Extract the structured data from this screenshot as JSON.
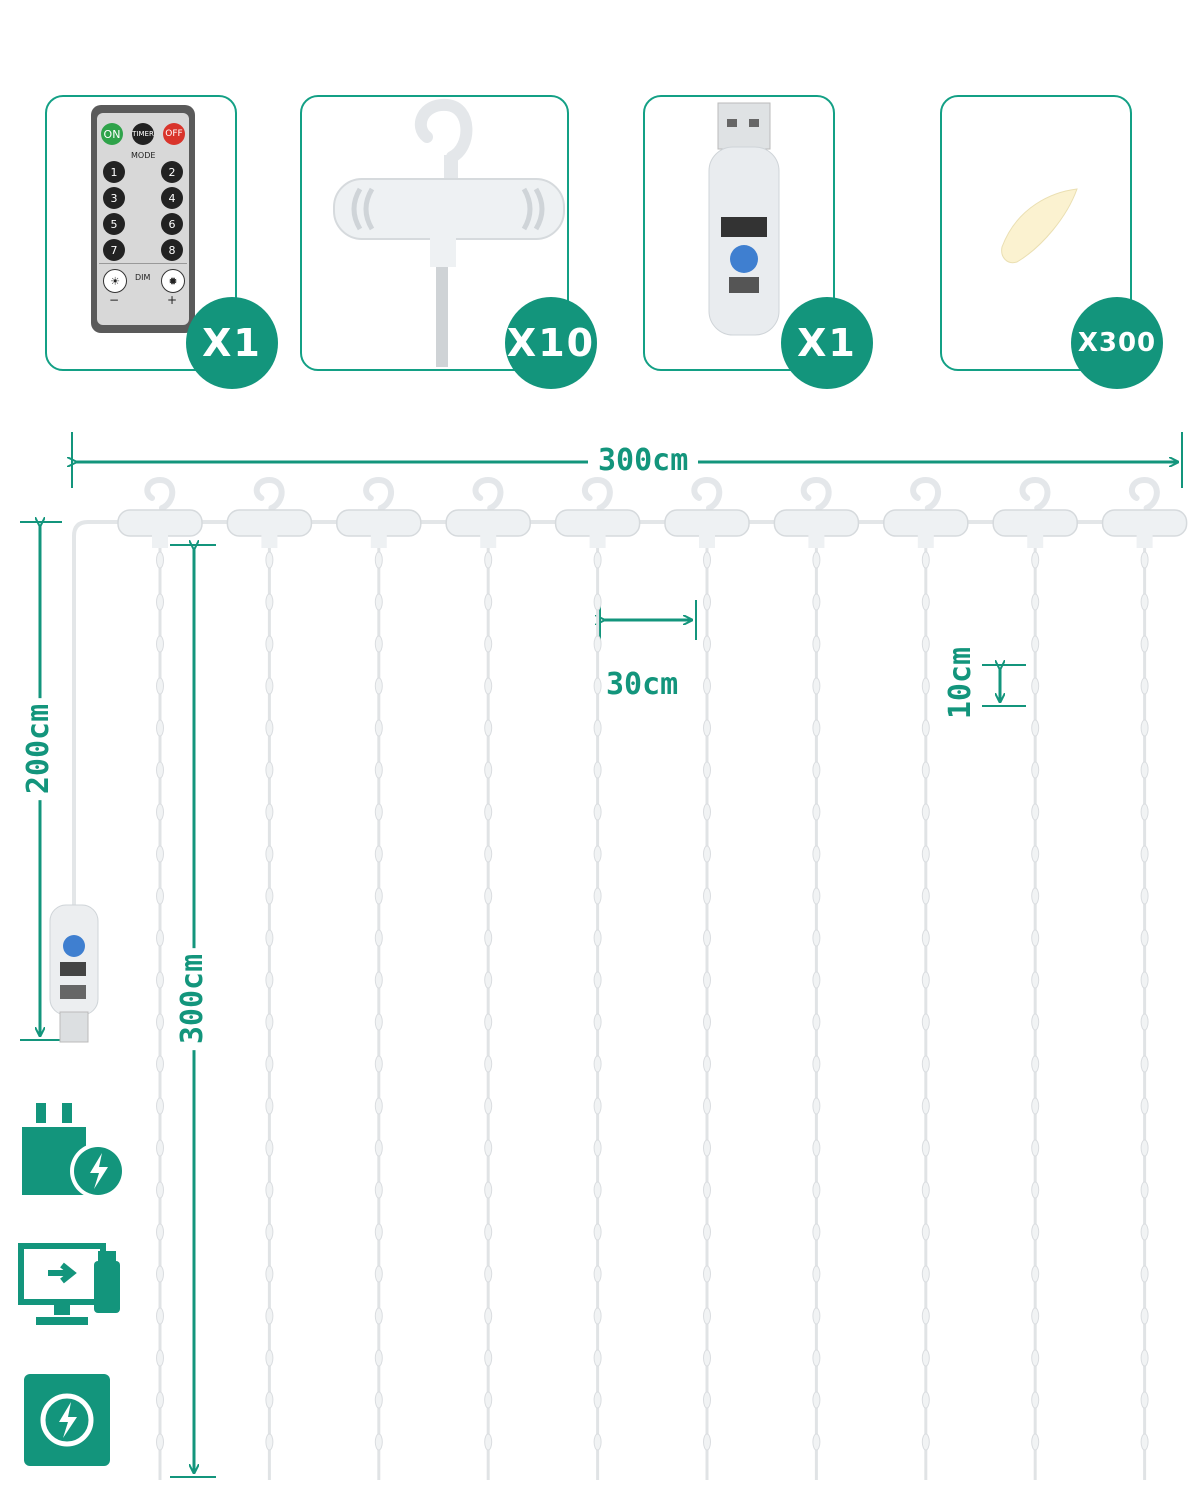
{
  "components": [
    {
      "name": "remote",
      "count": "X1"
    },
    {
      "name": "hook",
      "count": "X10"
    },
    {
      "name": "usb-controller",
      "count": "X1"
    },
    {
      "name": "led-bulb",
      "count": "X300"
    }
  ],
  "remote": {
    "on": "ON",
    "timer": "TIMER",
    "off": "OFF",
    "mode": "MODE",
    "keys": [
      "1",
      "2",
      "3",
      "4",
      "5",
      "6",
      "7",
      "8"
    ],
    "dim": "DIM",
    "minus": "−",
    "plus": "+"
  },
  "dimensions": {
    "total_width": "300cm",
    "lead_length": "200cm",
    "strand_length": "300cm",
    "strand_spacing": "30cm",
    "bulb_spacing": "10cm"
  },
  "icons": [
    "power-adapter-icon",
    "computer-usb-icon",
    "power-bank-icon"
  ],
  "colors": {
    "accent": "#13957c",
    "border": "#13a085"
  }
}
